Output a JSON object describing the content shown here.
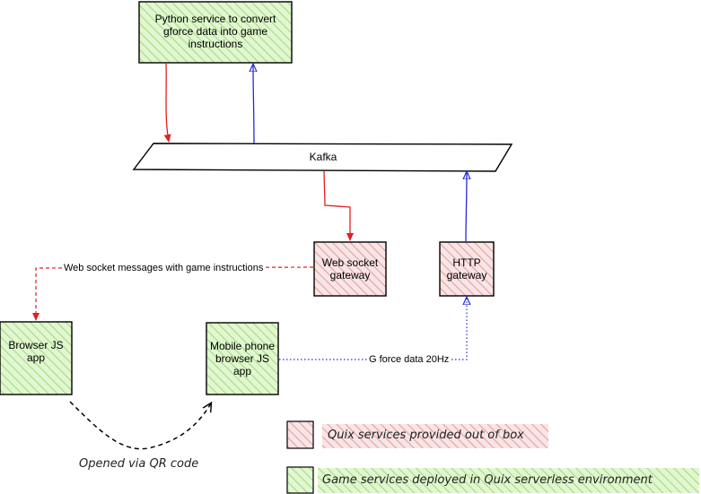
{
  "nodes": {
    "python_service": "Python service to convert gforce data into game instructions",
    "kafka": "Kafka",
    "ws_gateway": "Web socket gateway",
    "http_gateway": "HTTP gateway",
    "browser_app": "Browser JS app",
    "mobile_app": "Mobile phone browser JS app"
  },
  "edges": {
    "ws_messages": "Web socket messages with game instructions",
    "gforce": "G force data 20Hz",
    "qr": "Opened via QR code"
  },
  "legend": {
    "quix": "Quix services provided out of box",
    "game": "Game services deployed in Quix serverless environment"
  },
  "colors": {
    "green_fill": "#d5f2c0",
    "green_hatch": "#a6e07e",
    "pink_fill": "#f6dede",
    "pink_hatch": "#e79b9b",
    "red_arrow": "#e02020",
    "blue_arrow": "#2a2ad8"
  }
}
